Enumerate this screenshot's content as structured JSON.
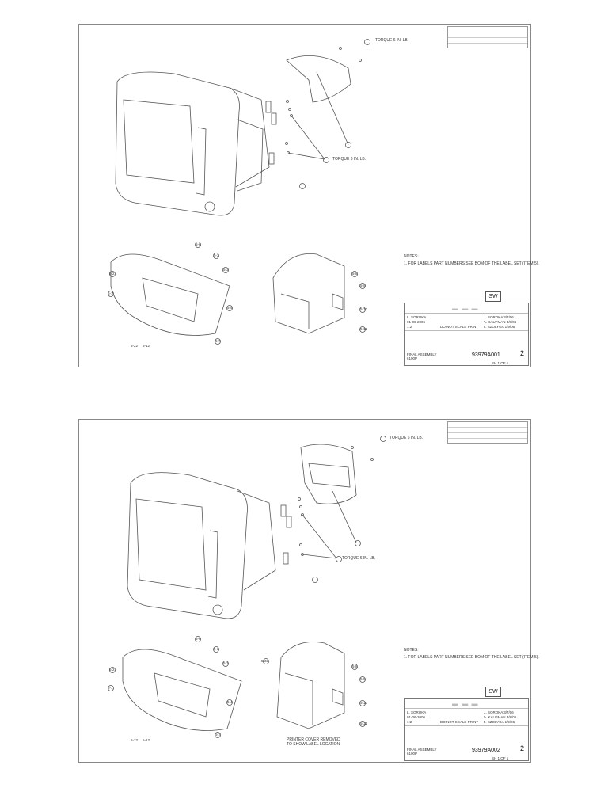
{
  "sheets": [
    {
      "notes": {
        "header": "NOTES:",
        "line1": "1. FOR LABELS PART NUMBERS SEE BOM OF THE LABEL SET (ITEM 5)."
      },
      "torque_top": "TORQUE 6 IN. LB.",
      "torque_mid": "TORQUE 6 IN. LB.",
      "sw": "SW",
      "title_block": {
        "drawn_by": "L. SOROKA",
        "date": "01-06-2006",
        "scale": "1:2",
        "surface": "DO NOT SCALE PRINT",
        "checker1": "L. SOROKA 3/7/06",
        "checker2": "A. KAUFMAN 3/8/06",
        "checker3": "J. SZOLYGA 1/9/06",
        "title": "FINAL ASSEMBLY",
        "subtitle": "6100P",
        "dwg_no": "93979A001",
        "rev": "2",
        "sheet": "SH 1 OF 1"
      },
      "callouts": [
        "5-6",
        "5-3",
        "5-3",
        "5-2",
        "5-1",
        "5-4",
        "5-7",
        "5-22",
        "5-12",
        "5-8",
        "5-9",
        "5-10",
        "5-11"
      ],
      "extra_caption": ""
    },
    {
      "notes": {
        "header": "NOTES:",
        "line1": "1. FOR LABELS PART NUMBERS SEE BOM OF THE LABEL SET (ITEM 5)."
      },
      "torque_top": "TORQUE 6 IN. LB.",
      "torque_mid": "TORQUE 6 IN. LB.",
      "sw": "SW",
      "title_block": {
        "drawn_by": "L. SOROKA",
        "date": "01-06-2006",
        "scale": "1:2",
        "surface": "DO NOT SCALE PRINT",
        "checker1": "L. SOROKA 3/7/06",
        "checker2": "A. KAUFMAN 3/8/06",
        "checker3": "J. SZOLYGA 1/9/06",
        "title": "FINAL ASSEMBLY",
        "subtitle": "6100P",
        "dwg_no": "93979A002",
        "rev": "2",
        "sheet": "SH 1 OF 1"
      },
      "callouts": [
        "5-6",
        "5-3",
        "5-3",
        "5-2",
        "5-1",
        "5-4",
        "5-7",
        "5-22",
        "5-12",
        "5-8",
        "5-9",
        "5-10",
        "5-11",
        "5-33"
      ],
      "extra_caption": "PRINTER COVER REMOVED TO SHOW LABEL LOCATION"
    }
  ]
}
